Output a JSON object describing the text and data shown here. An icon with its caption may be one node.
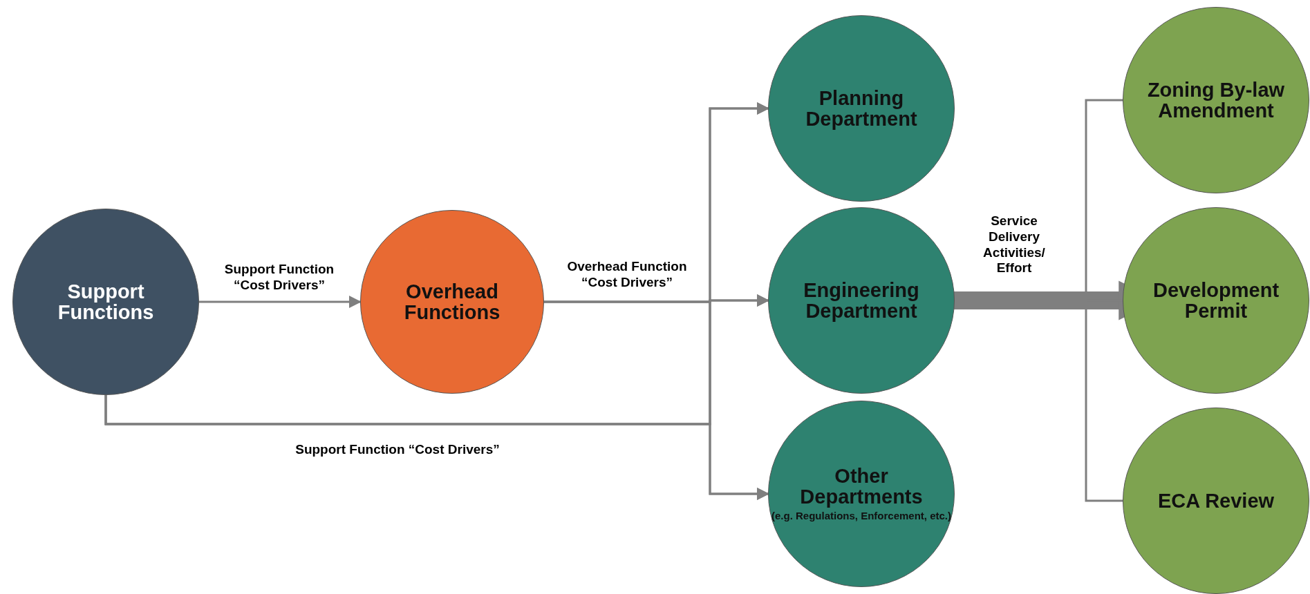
{
  "diagram": {
    "nodes": [
      {
        "text": [
          "Support Functions"
        ]
      },
      {
        "text": [
          "Overhead Functions"
        ]
      },
      {
        "text": [
          "Planning Department"
        ]
      },
      {
        "text": [
          "Engineering Department"
        ]
      },
      {
        "text": [
          "Other Departments",
          "(e.g. Regulations, Enforcement, etc.)"
        ]
      },
      {
        "text": [
          "Zoning By-law Amendment"
        ]
      },
      {
        "text": [
          "Development Permit"
        ]
      },
      {
        "text": [
          "ECA Review"
        ]
      }
    ],
    "edges": [
      {
        "from": 0,
        "to": 1,
        "arrow": "to",
        "label": "Support Function “Cost Drivers”"
      },
      {
        "from": 1,
        "to": 2,
        "arrow": "to"
      },
      {
        "from": 1,
        "to": 3,
        "arrow": "to",
        "label": "Overhead Function “Cost Drivers”"
      },
      {
        "from": 1,
        "to": 4,
        "arrow": "to"
      },
      {
        "from": 0,
        "to": 2,
        "arrow": "to"
      },
      {
        "from": 0,
        "to": 3,
        "arrow": "to"
      },
      {
        "from": 0,
        "to": 4,
        "arrow": "to",
        "label": "Support Function “Cost Drivers”"
      },
      {
        "from": 3,
        "to": 6,
        "arrow": "to",
        "style": "thick",
        "label": "Service Delivery Activities/ Effort"
      }
    ]
  }
}
